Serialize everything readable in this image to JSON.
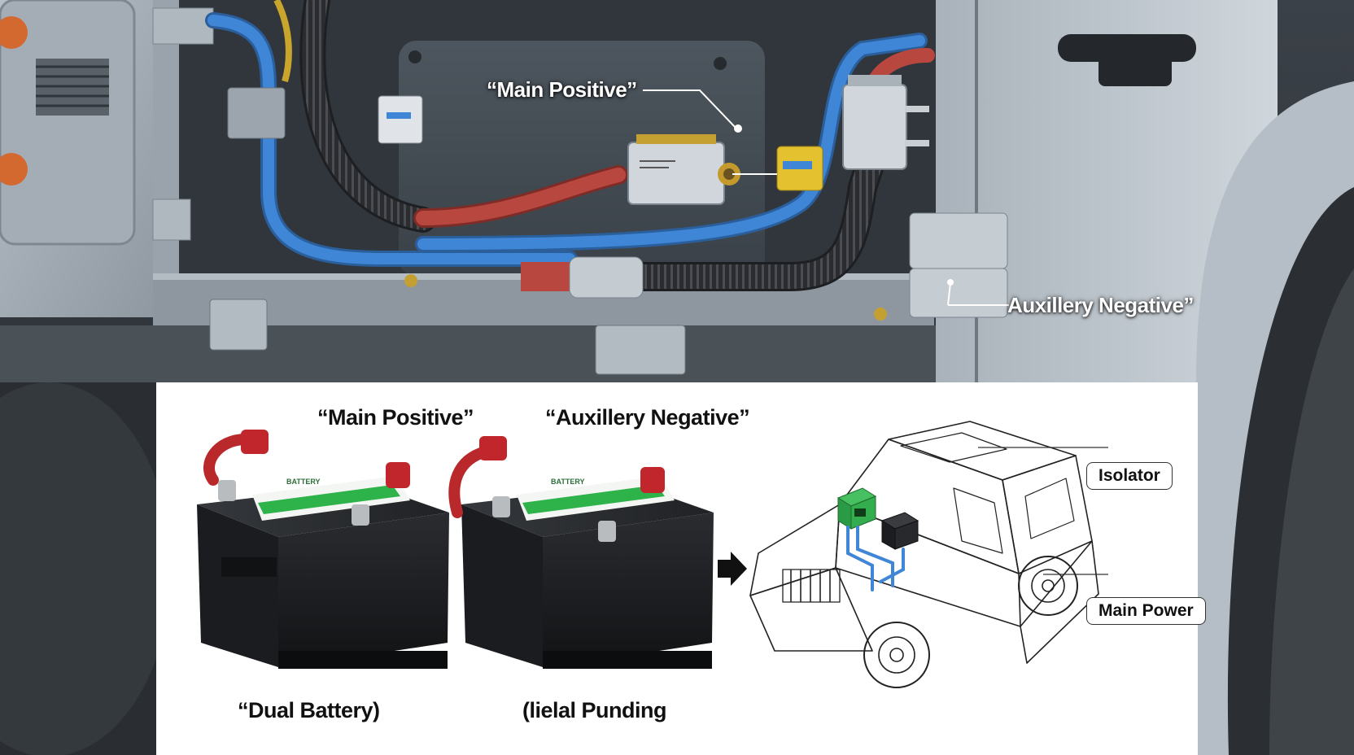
{
  "photo": {
    "callout_main_positive": "“Main Positive”",
    "callout_aux_negative": "Auxillery Negative”"
  },
  "panel": {
    "label_main_positive": "“Main Positive”",
    "label_aux_negative": "“Auxillery Negative”",
    "label_dual_battery": "“Dual Battery)",
    "label_bottom_right": "(lielal Punding",
    "tag_isolator": "Isolator",
    "tag_main_power": "Main Power",
    "battery_sticker_text": "BATTERY"
  },
  "colors": {
    "cable_blue": "#3f86d6",
    "cable_red": "#b8473f",
    "terminal_red": "#c0262b",
    "sticker_green": "#2db34a",
    "panel_bg": "#ffffff",
    "body_grey": "#9aa3ab"
  }
}
